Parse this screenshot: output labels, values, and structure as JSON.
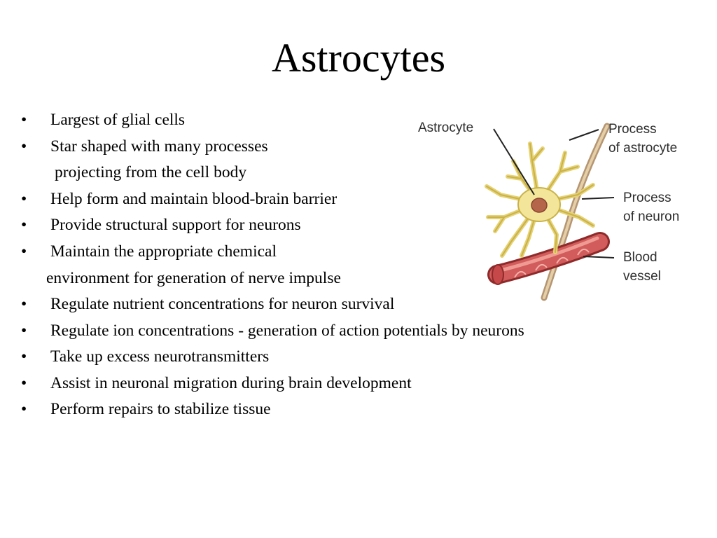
{
  "slide": {
    "title": "Astrocytes",
    "bullets": [
      {
        "bullet": "•",
        "text": "Largest of glial cells"
      },
      {
        "bullet": "•",
        "text": "Star shaped with many processes"
      },
      {
        "bullet": "",
        "text": "projecting from the cell body"
      },
      {
        "bullet": "•",
        "text": "Help form and maintain blood-brain barrier"
      },
      {
        "bullet": "•",
        "text": "Provide structural support for neurons"
      },
      {
        "bullet": "•",
        "text": "Maintain the appropriate chemical"
      },
      {
        "bullet": "",
        "text": "environment for generation of nerve impulse"
      },
      {
        "bullet": "•",
        "text": "Regulate nutrient concentrations for neuron survival"
      },
      {
        "bullet": "•",
        "text": "Regulate ion concentrations - generation of action potentials by neurons"
      },
      {
        "bullet": "•",
        "text": "Take up excess neurotransmitters"
      },
      {
        "bullet": "•",
        "text": "Assist in neuronal migration during brain development"
      },
      {
        "bullet": "•",
        "text": "Perform repairs to stabilize tissue"
      }
    ],
    "figure": {
      "label_astrocyte": "Astrocyte",
      "label_process_astrocyte_1": "Process",
      "label_process_astrocyte_2": "of astrocyte",
      "label_process_neuron_1": "Process",
      "label_process_neuron_2": "of neuron",
      "label_blood_vessel_1": "Blood",
      "label_blood_vessel_2": "vessel",
      "colors": {
        "astrocyte_fill": "#f3e69a",
        "astrocyte_edge": "#c9b24a",
        "nucleus": "#b5654a",
        "neuron_process": "#c9a982",
        "vessel": "#c84d4d",
        "label_text": "#2e2e2e"
      }
    }
  }
}
